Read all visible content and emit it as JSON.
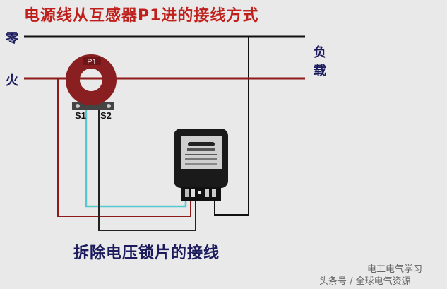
{
  "title": "电源线从互感器P1进的接线方式",
  "labels": {
    "neutral": "零",
    "live": "火",
    "load_line1": "负",
    "load_line2": "载",
    "ct_primary": "P1",
    "ct_s1": "S1",
    "ct_s2": "S2"
  },
  "caption": "拆除电压锁片的接线",
  "watermark": {
    "line1": "电工电气学习",
    "line2": "头条号 / 全球电气资源"
  },
  "colors": {
    "title": "#c0201c",
    "labels": "#1b1b5e",
    "neutral_wire": "#111111",
    "live_wire": "#8e1a1a",
    "signal_wire": "#55c8d0",
    "ct_core": "#8a1f22"
  }
}
